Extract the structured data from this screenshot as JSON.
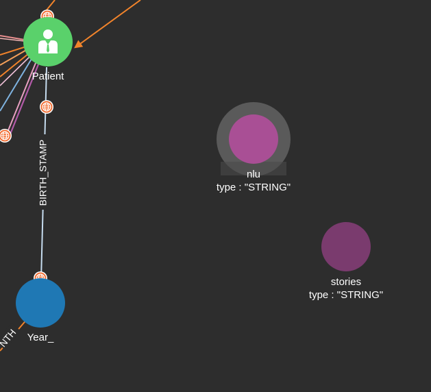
{
  "graph": {
    "background": "#2d2d2d",
    "nodes": {
      "patient": {
        "label": "Patient",
        "color": "#5ad16b",
        "icon": "person-icon"
      },
      "year": {
        "label": "Year_",
        "color": "#1f78b4"
      },
      "nlu": {
        "label": "nlu",
        "property": "type : \"STRING\"",
        "color": "#a94f95",
        "selected": true
      },
      "stories": {
        "label": "stories",
        "property": "type : \"STRING\"",
        "color": "#7a3b6e"
      }
    },
    "edges": {
      "birth_stamp": {
        "label": "BIRTH_STAMP",
        "color": "#c6dcef"
      },
      "month_partial": {
        "label": "NTH",
        "color": "#f2842b"
      }
    },
    "colors": {
      "orange": "#f2842b",
      "globe_marker": "#f26a2e",
      "pink": "#e9a0c2",
      "light_blue": "#7fb3e0",
      "purple": "#b25aa8",
      "salmon": "#f0a080",
      "highlight_ring": "#5a5a5a"
    }
  }
}
